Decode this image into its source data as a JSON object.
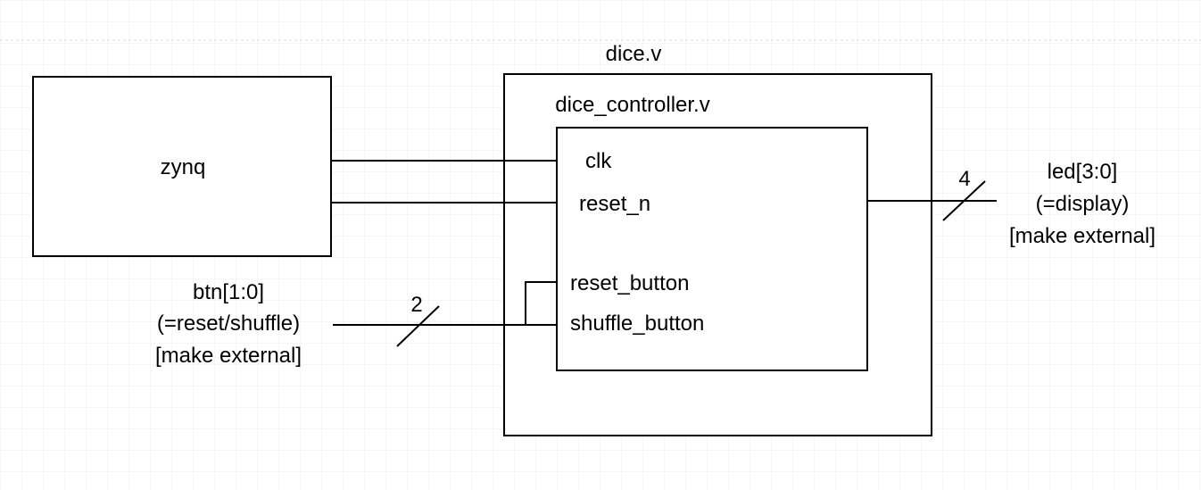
{
  "diagram": {
    "modules": {
      "zynq": "zynq",
      "dice": "dice.v",
      "dice_controller": "dice_controller.v"
    },
    "ports": {
      "clk": "clk",
      "reset_n": "reset_n",
      "reset_button": "reset_button",
      "shuffle_button": "shuffle_button"
    },
    "external_in": {
      "name": "btn[1:0]",
      "note": "(=reset/shuffle)",
      "action": "[make external]",
      "bus_width": "2"
    },
    "external_out": {
      "name": "led[3:0]",
      "note": "(=display)",
      "action": "[make external]",
      "bus_width": "4"
    }
  }
}
